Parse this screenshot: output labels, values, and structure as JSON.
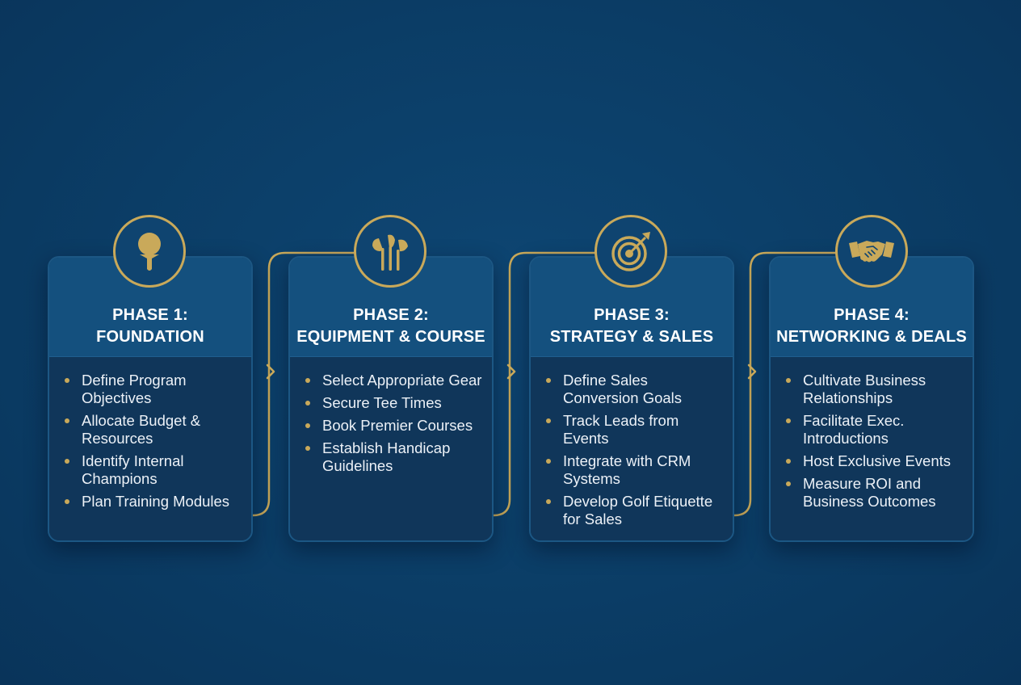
{
  "colors": {
    "background": "#0b3d66",
    "card_header": "#14507e",
    "card_body": "#10365a",
    "gold_accent": "#c9a95a",
    "text": "#ffffff"
  },
  "phases": [
    {
      "label": "PHASE 1:",
      "name": "FOUNDATION",
      "icon": "golf-ball-on-tee-icon",
      "items": [
        "Define Program Objectives",
        "Allocate Budget & Resources",
        "Identify Internal Champions",
        "Plan Training Modules"
      ]
    },
    {
      "label": "PHASE 2:",
      "name": "EQUIPMENT & COURSE",
      "icon": "golf-clubs-icon",
      "items": [
        "Select Appropriate Gear",
        "Secure Tee Times",
        "Book Premier Courses",
        "Establish Handicap Guidelines"
      ]
    },
    {
      "label": "PHASE 3:",
      "name": "STRATEGY & SALES",
      "icon": "target-arrow-icon",
      "items": [
        "Define Sales Conversion Goals",
        "Track Leads from Events",
        "Integrate with CRM Systems",
        "Develop Golf Etiquette for Sales"
      ]
    },
    {
      "label": "PHASE 4:",
      "name": "NETWORKING & DEALS",
      "icon": "handshake-icon",
      "items": [
        "Cultivate Business Relationships",
        "Facilitate Exec. Introductions",
        "Host Exclusive Events",
        "Measure ROI and Business Outcomes"
      ]
    }
  ]
}
